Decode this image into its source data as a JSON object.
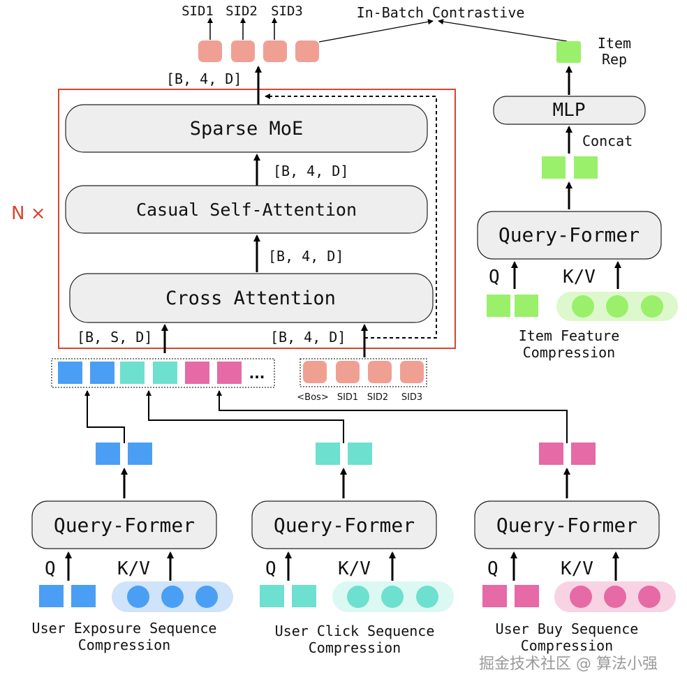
{
  "colors": {
    "exposure": "#4a9ff5",
    "exposure_bg": "#cfe3fa",
    "click": "#6de0cf",
    "click_bg": "#dcf8f3",
    "buy": "#e56aa5",
    "buy_bg": "#f7d3e4",
    "sid": "#f0a092",
    "item": "#9af06a",
    "item_bg": "#ddf8cc",
    "block_fill": "#eeeeee",
    "frame": "#d9452f"
  },
  "top": {
    "sid_labels": [
      "SID1",
      "SID2",
      "SID3"
    ],
    "contrastive_label": "In-Batch Contrastive",
    "item_rep_label": [
      "Item",
      "Rep"
    ]
  },
  "decoder": {
    "repeat_label": "N ×",
    "moe_label": "Sparse MoE",
    "self_attn_label": "Casual Self-Attention",
    "cross_attn_label": "Cross Attention",
    "shape_out": "[B, 4, D]",
    "shape_moe_in": "[B, 4, D]",
    "shape_self_in": "[B, 4, D]",
    "shape_kv_in": "[B, S, D]",
    "shape_q_in": "[B, 4, D]"
  },
  "memory_ellipsis": "...",
  "query_tokens": [
    "<Bos>",
    "SID1",
    "SID2",
    "SID3"
  ],
  "item_branch": {
    "mlp_label": "MLP",
    "concat_label": "Concat",
    "qformer_label": "Query-Former",
    "q_label": "Q",
    "kv_label": "K/V",
    "caption": [
      "Item Feature",
      "Compression"
    ]
  },
  "user_branches": [
    {
      "qformer_label": "Query-Former",
      "q_label": "Q",
      "kv_label": "K/V",
      "caption": [
        "User Exposure Sequence",
        "Compression"
      ]
    },
    {
      "qformer_label": "Query-Former",
      "q_label": "Q",
      "kv_label": "K/V",
      "caption": [
        "User Click Sequence",
        "Compression"
      ]
    },
    {
      "qformer_label": "Query-Former",
      "q_label": "Q",
      "kv_label": "K/V",
      "caption": [
        "User Buy Sequence",
        "Compression"
      ]
    }
  ],
  "watermark": "掘金技术社区 @ 算法小强"
}
